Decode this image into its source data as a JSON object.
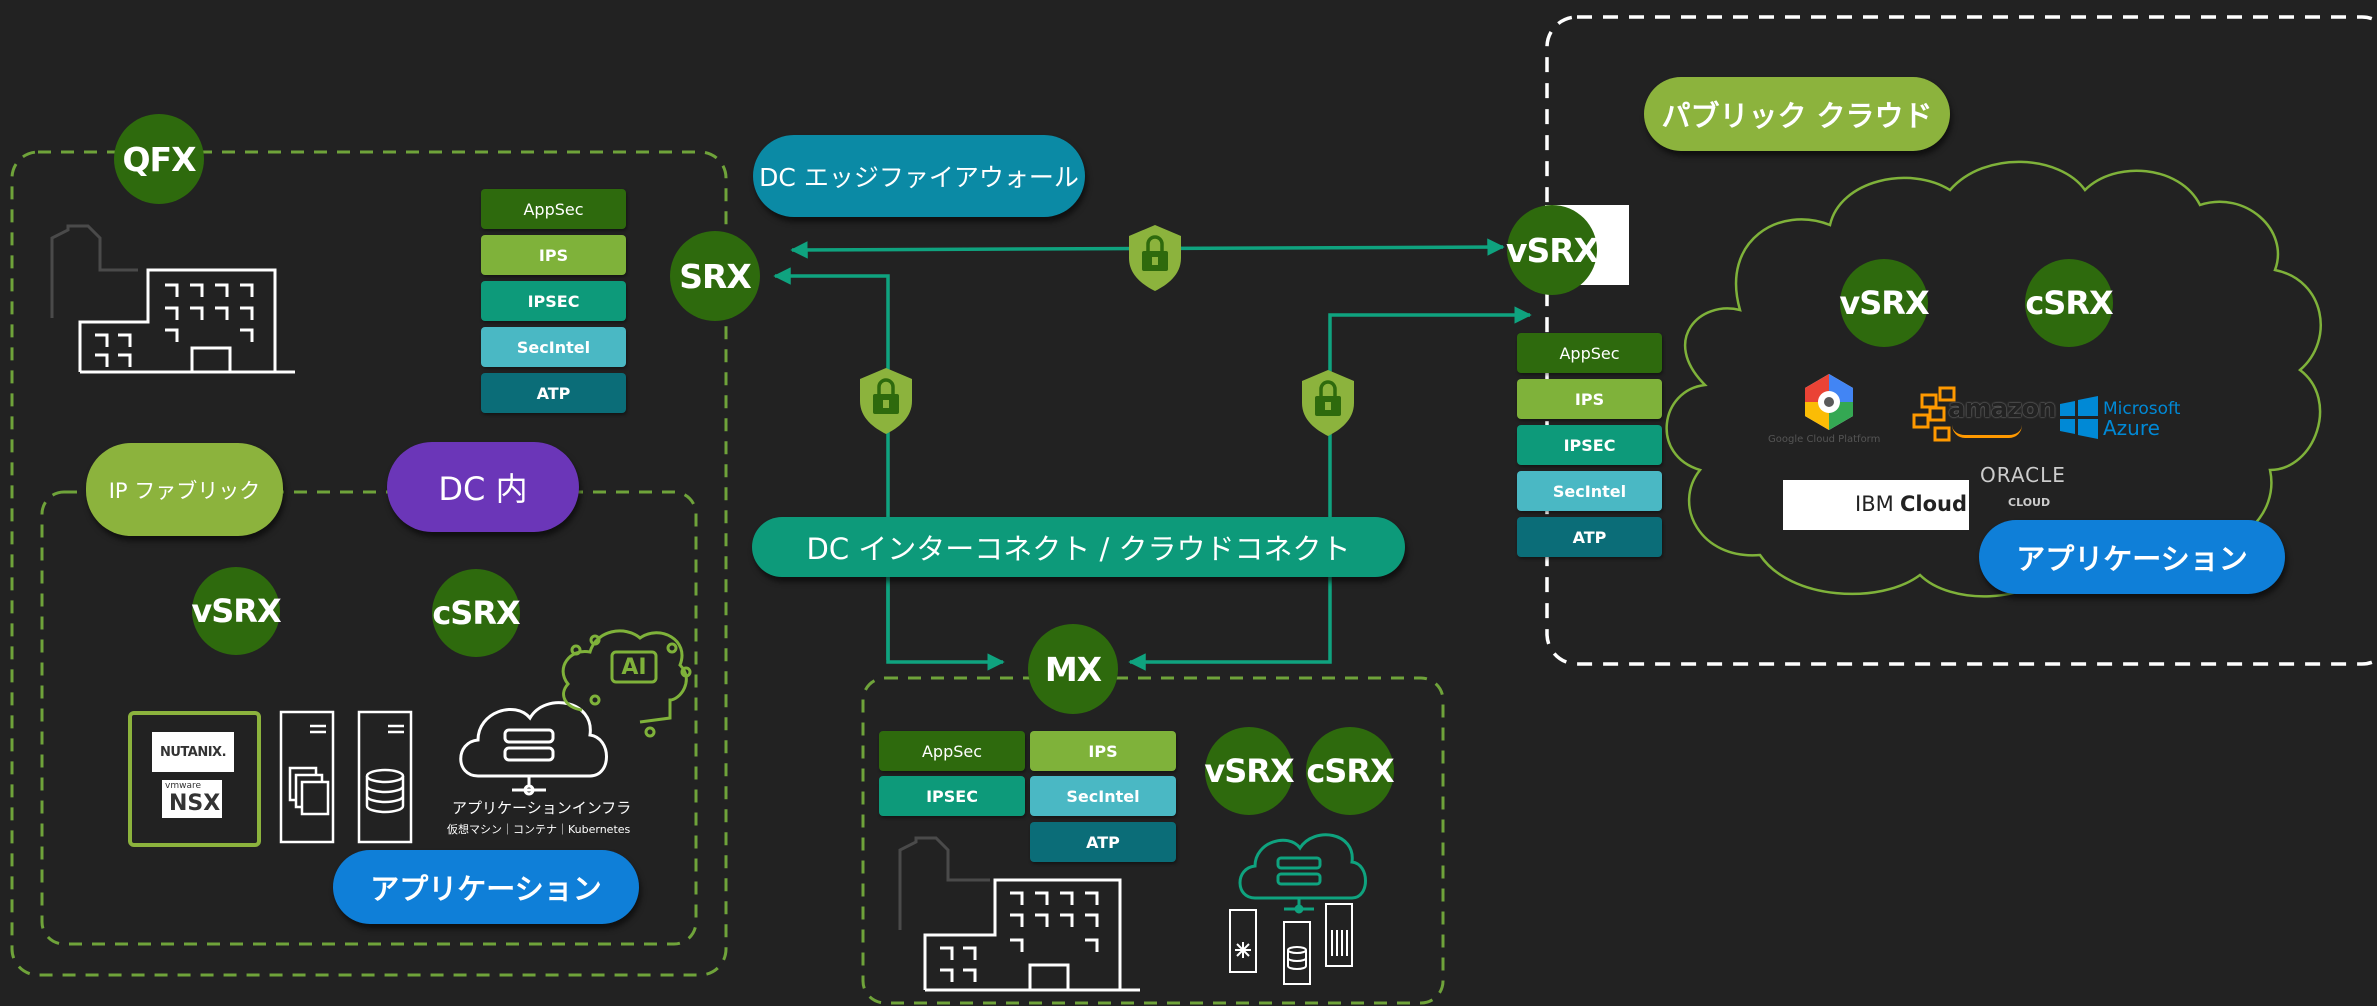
{
  "colors": {
    "background": "#222222",
    "dark_green": "#2e6a0d",
    "light_green": "#8cb33d",
    "teal": "#0d9a7a",
    "cyan": "#4ab8c4",
    "dark_teal": "#0b6d78",
    "blue": "#0f7fd8",
    "purple": "#6b36b8"
  },
  "nodes": {
    "qfx": "QFX",
    "srx": "SRX",
    "vsrx_cloud_edge": "vSRX",
    "mx": "MX",
    "vsrx_dc": "vSRX",
    "csrx_dc": "cSRX",
    "vsrx_branch": "vSRX",
    "csrx_branch": "cSRX",
    "vsrx_cloud": "vSRX",
    "csrx_cloud": "cSRX"
  },
  "labels": {
    "dc_edge_firewall": "DC エッジファイアウォール",
    "interconnect": "DC インターコネクト / クラウドコネクト",
    "public_cloud": "パブリック クラウド",
    "ip_fabric": "IP ファブリック",
    "dc_inner": "DC 内",
    "application": "アプリケーション",
    "application_cloud": "アプリケーション",
    "app_infra": "アプリケーションインフラ",
    "app_infra_sub": "仮想マシン｜コンテナ｜Kubernetes",
    "ai": "AI"
  },
  "services": {
    "appsec": "AppSec",
    "ips": "IPS",
    "ipsec": "IPSEC",
    "secintel": "SecIntel",
    "atp": "ATP"
  },
  "vendors": {
    "nutanix": "NUTANIX.",
    "vmware": "vmware",
    "nsx": "NSX",
    "google": "Google Cloud Platform",
    "amazon": "amazon",
    "microsoft": "Microsoft",
    "azure": "Azure",
    "ibm": "IBM",
    "ibm_cloud": "Cloud",
    "oracle": "ORACLE",
    "oracle_cloud": "CLOUD"
  }
}
